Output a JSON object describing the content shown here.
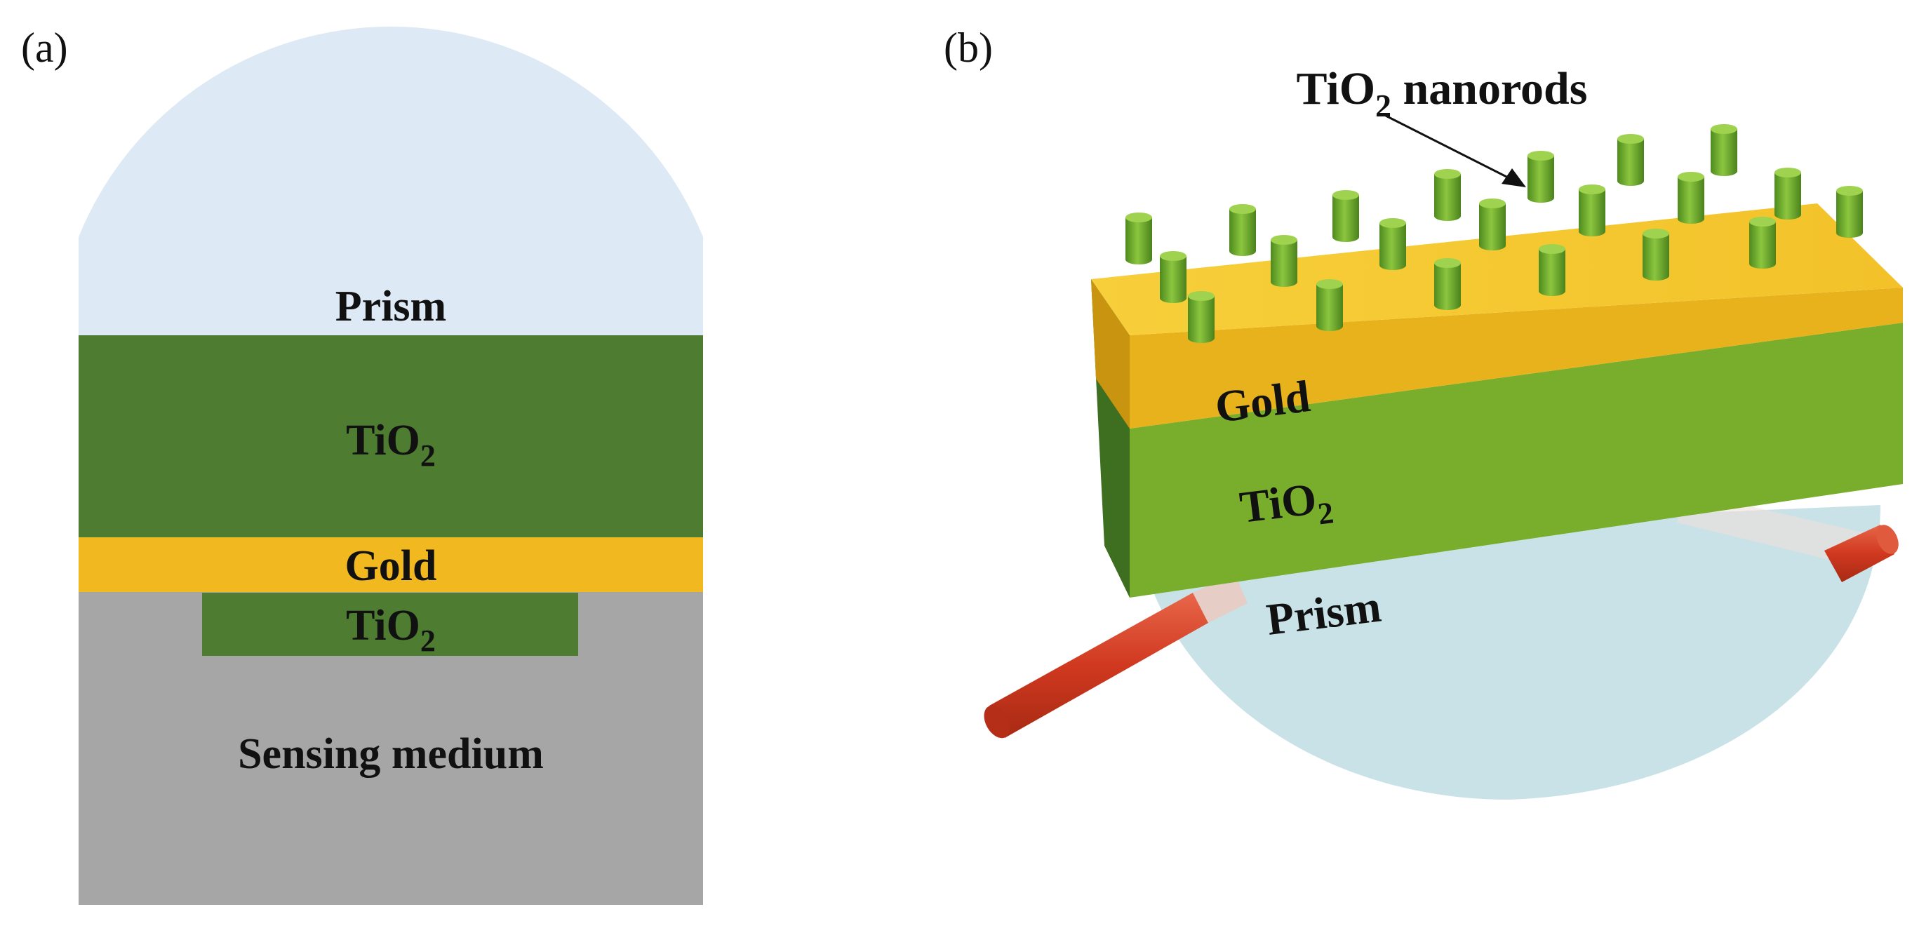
{
  "panel_a": {
    "label": "(a)",
    "layers": {
      "prism": "Prism",
      "tio2_top": "TiO",
      "tio2_top_sub": "2",
      "gold": "Gold",
      "tio2_bottom": "TiO",
      "tio2_bottom_sub": "2",
      "sensing_medium": "Sensing medium"
    }
  },
  "panel_b": {
    "label": "(b)",
    "nanorods_label": "TiO",
    "nanorods_sub": "2",
    "nanorods_suffix": " nanorods",
    "gold": "Gold",
    "tio2": "TiO",
    "tio2_sub": "2",
    "prism": "Prism"
  },
  "colors": {
    "prism": "#dde9f4",
    "tio2_dark": "#4e7d32",
    "gold": "#f2b81f",
    "sensing": "#a6a6a6",
    "rod_green": "#6cac2e",
    "laser": "#d9462a"
  }
}
